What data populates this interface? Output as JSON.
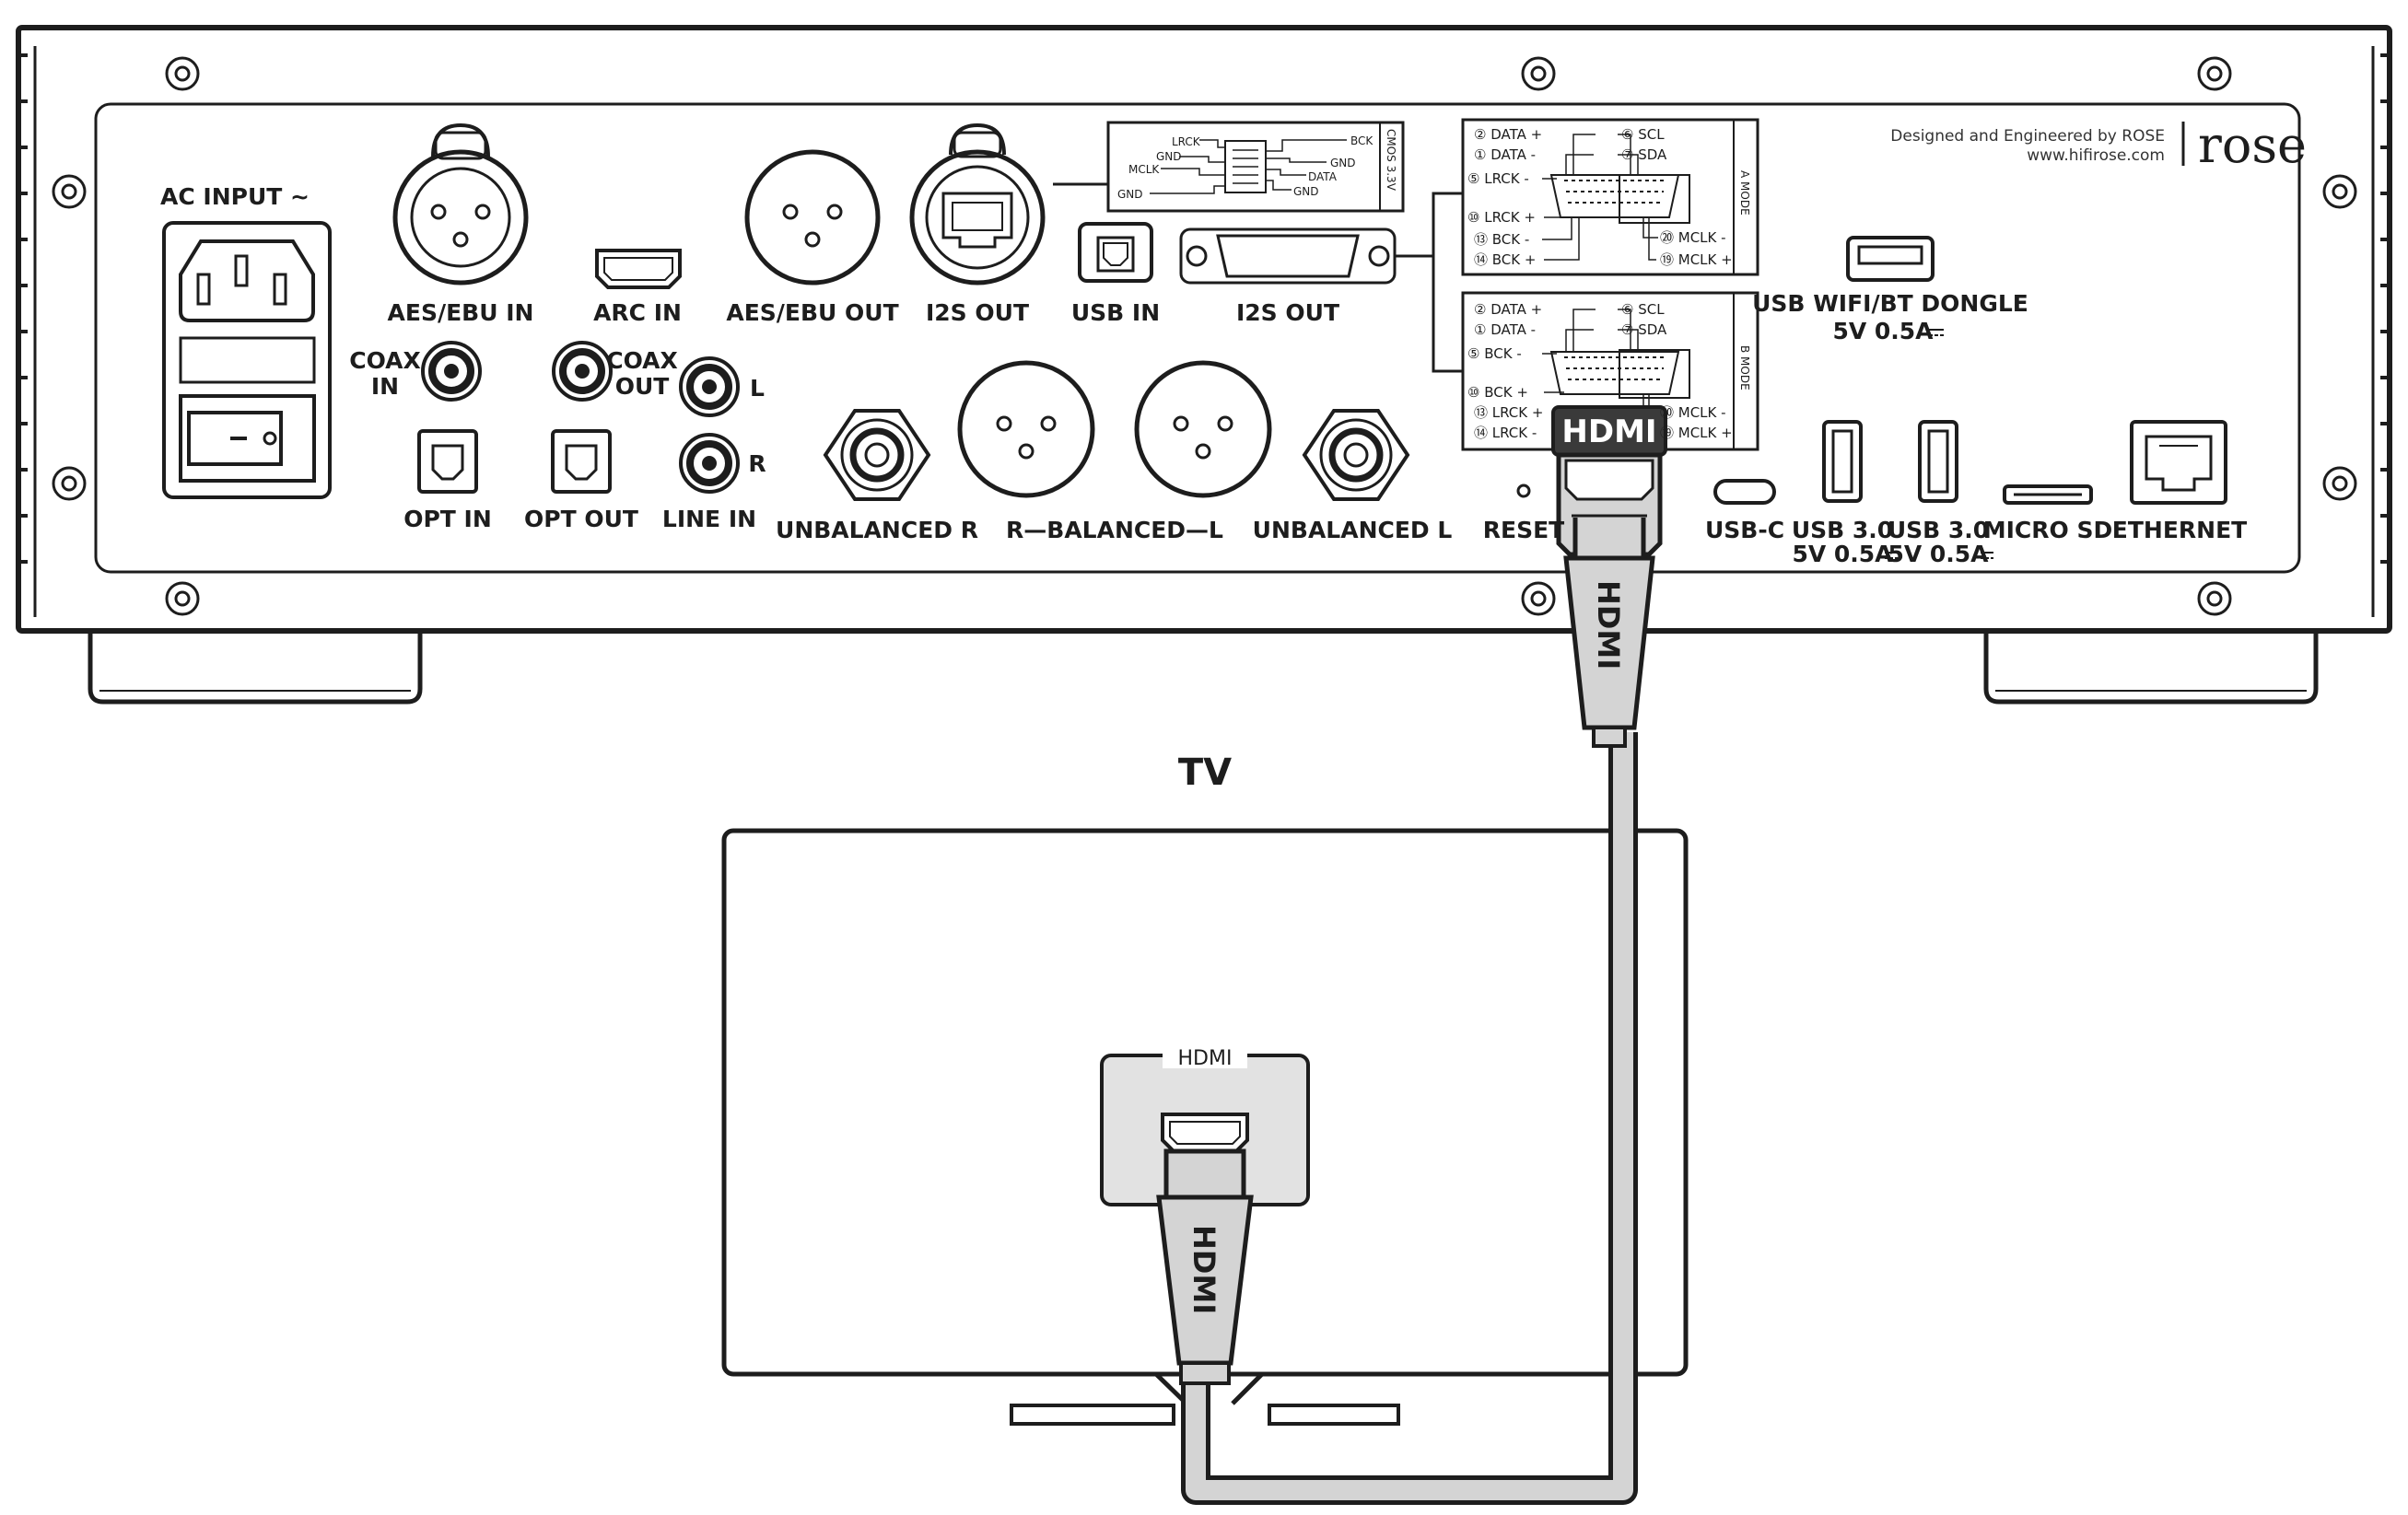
{
  "device": {
    "brand_line1": "Designed and Engineered by ROSE",
    "brand_line2": "www.hifirose.com",
    "logo_text": "rose",
    "labels": {
      "ac_input": "AC INPUT ~",
      "aes_ebu_in": "AES/EBU IN",
      "arc_in": "ARC IN",
      "aes_ebu_out": "AES/EBU OUT",
      "i2s_out_rj45": "I2S OUT",
      "usb_in": "USB IN",
      "i2s_out_dsub": "I2S OUT",
      "usb_wifi_dongle_l1": "USB WIFI/BT DONGLE",
      "usb_wifi_dongle_l2": "5V 0.5A",
      "coax_in_l1": "COAX",
      "coax_in_l2": "IN",
      "coax_out_l1": "COAX",
      "coax_out_l2": "OUT",
      "line_l": "L",
      "line_r": "R",
      "opt_in": "OPT IN",
      "opt_out": "OPT OUT",
      "line_in": "LINE IN",
      "unbalanced_r": "UNBALANCED R",
      "balanced": "R—BALANCED—L",
      "unbalanced_l": "UNBALANCED L",
      "reset": "RESET",
      "usb_c": "USB-C",
      "usb3_1_l1": "USB 3.0",
      "usb3_1_l2": "5V 0.5A",
      "usb3_2_l1": "USB 3.0",
      "usb3_2_l2": "5V 0.5A",
      "micro_sd": "MICRO SD",
      "ethernet": "ETHERNET"
    },
    "cmos_panel": {
      "title": "CMOS 3.3V",
      "pins_left": [
        "LRCK",
        "GND",
        "MCLK",
        "GND"
      ],
      "pins_right": [
        "BCK",
        "GND",
        "DATA",
        "GND"
      ]
    },
    "mode_a": {
      "title": "A MODE",
      "left": [
        "② DATA +",
        "① DATA -",
        "⑤ LRCK -",
        "⑩ LRCK +",
        "⑬ BCK -",
        "⑭ BCK +"
      ],
      "right": [
        "⑥ SCL",
        "⑦ SDA",
        "⑳ MCLK -",
        "⑲ MCLK +"
      ]
    },
    "mode_b": {
      "title": "B MODE",
      "left": [
        "② DATA +",
        "① DATA -",
        "⑤ BCK -",
        "⑩ BCK +",
        "⑬ LRCK +",
        "⑭ LRCK -"
      ],
      "right": [
        "⑥ SCL",
        "⑦ SDA",
        "⑳ MCLK -",
        "⑲ MCLK +"
      ]
    }
  },
  "cable": {
    "plug_label": "HDMI",
    "logo_text": "HDMI"
  },
  "tv": {
    "title": "TV",
    "port_label": "HDMI"
  },
  "colors": {
    "line": "#1d1d1d",
    "cable_fill": "#d4d4d4",
    "port_panel": "#e2e2e2",
    "plug_dark": "#3a3a3a"
  }
}
